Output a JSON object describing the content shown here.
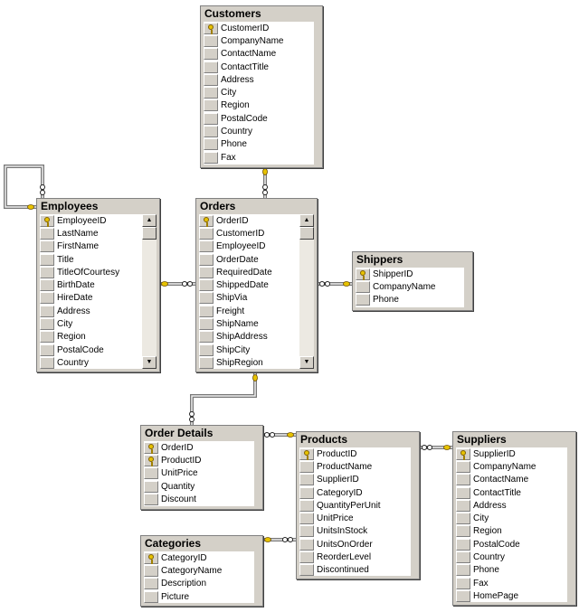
{
  "tables": [
    {
      "id": "customers",
      "name": "Customers",
      "scroll": false,
      "pk": [
        "CustomerID"
      ],
      "columns": [
        "CustomerID",
        "CompanyName",
        "ContactName",
        "ContactTitle",
        "Address",
        "City",
        "Region",
        "PostalCode",
        "Country",
        "Phone",
        "Fax"
      ]
    },
    {
      "id": "employees",
      "name": "Employees",
      "scroll": true,
      "pk": [
        "EmployeeID"
      ],
      "columns": [
        "EmployeeID",
        "LastName",
        "FirstName",
        "Title",
        "TitleOfCourtesy",
        "BirthDate",
        "HireDate",
        "Address",
        "City",
        "Region",
        "PostalCode",
        "Country"
      ]
    },
    {
      "id": "orders",
      "name": "Orders",
      "scroll": true,
      "pk": [
        "OrderID"
      ],
      "columns": [
        "OrderID",
        "CustomerID",
        "EmployeeID",
        "OrderDate",
        "RequiredDate",
        "ShippedDate",
        "ShipVia",
        "Freight",
        "ShipName",
        "ShipAddress",
        "ShipCity",
        "ShipRegion"
      ]
    },
    {
      "id": "shippers",
      "name": "Shippers",
      "scroll": false,
      "pk": [
        "ShipperID"
      ],
      "columns": [
        "ShipperID",
        "CompanyName",
        "Phone"
      ]
    },
    {
      "id": "order-details",
      "name": "Order Details",
      "scroll": false,
      "pk": [
        "OrderID",
        "ProductID"
      ],
      "columns": [
        "OrderID",
        "ProductID",
        "UnitPrice",
        "Quantity",
        "Discount"
      ]
    },
    {
      "id": "products",
      "name": "Products",
      "scroll": false,
      "pk": [
        "ProductID"
      ],
      "columns": [
        "ProductID",
        "ProductName",
        "SupplierID",
        "CategoryID",
        "QuantityPerUnit",
        "UnitPrice",
        "UnitsInStock",
        "UnitsOnOrder",
        "ReorderLevel",
        "Discontinued"
      ]
    },
    {
      "id": "suppliers",
      "name": "Suppliers",
      "scroll": false,
      "pk": [
        "SupplierID"
      ],
      "columns": [
        "SupplierID",
        "CompanyName",
        "ContactName",
        "ContactTitle",
        "Address",
        "City",
        "Region",
        "PostalCode",
        "Country",
        "Phone",
        "Fax",
        "HomePage"
      ]
    },
    {
      "id": "categories",
      "name": "Categories",
      "scroll": false,
      "pk": [
        "CategoryID"
      ],
      "columns": [
        "CategoryID",
        "CategoryName",
        "Description",
        "Picture"
      ]
    }
  ],
  "relationships": [
    {
      "from": "customers",
      "to": "orders"
    },
    {
      "from": "employees",
      "to": "employees"
    },
    {
      "from": "employees",
      "to": "orders"
    },
    {
      "from": "shippers",
      "to": "orders"
    },
    {
      "from": "orders",
      "to": "order-details"
    },
    {
      "from": "products",
      "to": "order-details"
    },
    {
      "from": "suppliers",
      "to": "products"
    },
    {
      "from": "categories",
      "to": "products"
    }
  ]
}
